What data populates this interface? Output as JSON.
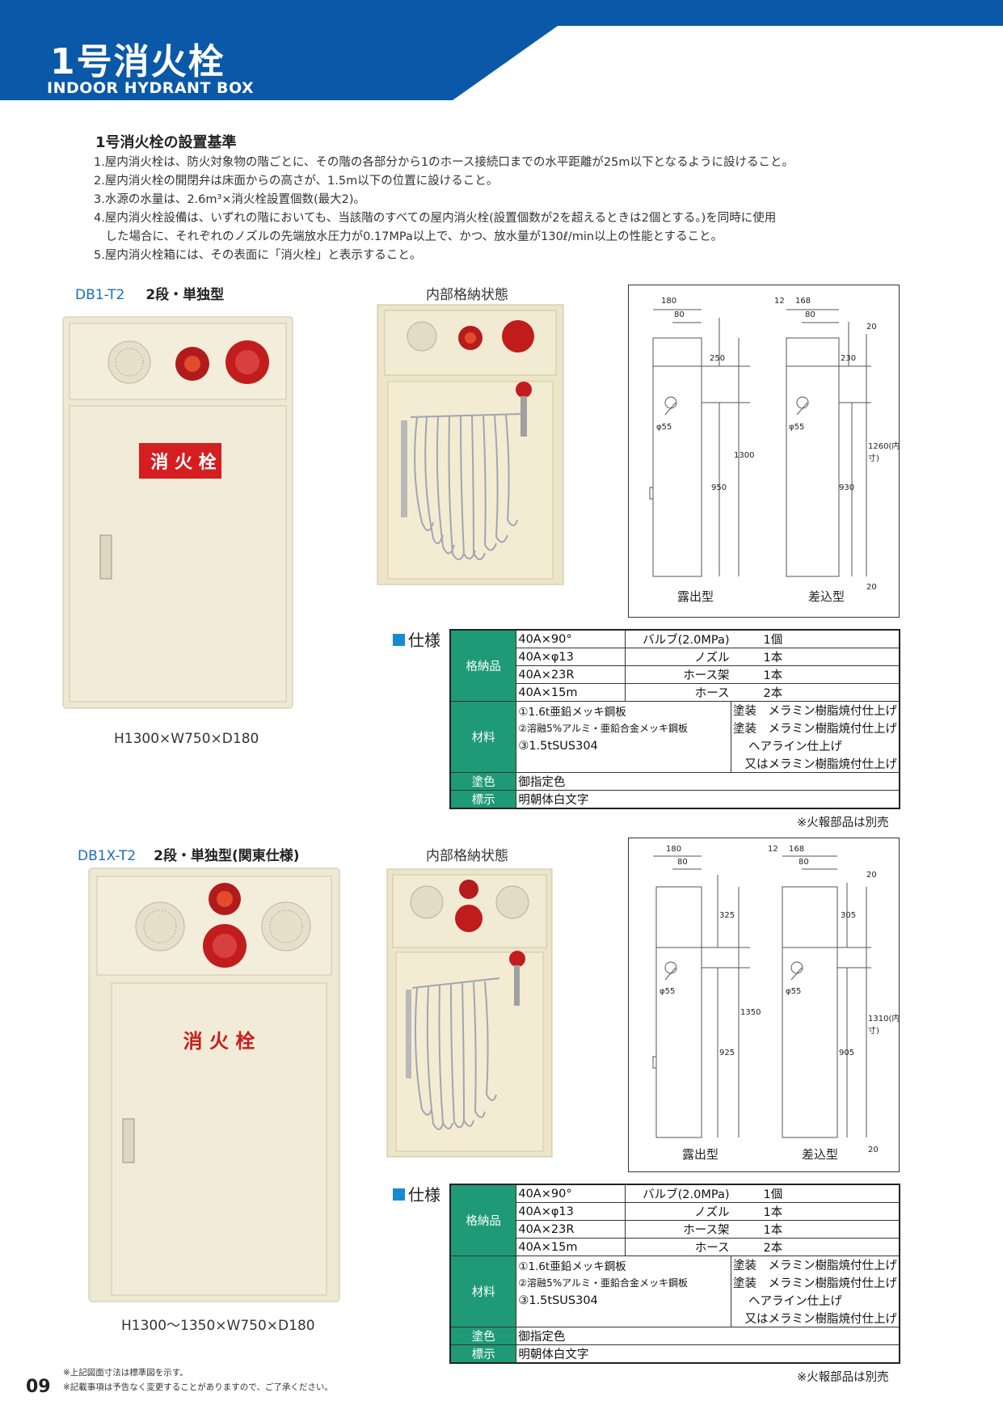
{
  "header": {
    "title": "1号消火栓",
    "subtitle": "INDOOR HYDRANT BOX",
    "color": "#0a58a8"
  },
  "standards": {
    "heading": "1号消火栓の設置基準",
    "lines": [
      "1.屋内消火栓は、防火対象物の階ごとに、その階の各部分から1のホース接続口までの水平距離が25m以下となるように設けること。",
      "2.屋内消火栓の開閉弁は床面からの高さが、1.5m以下の位置に設けること。",
      "3.水源の水量は、2.6m³×消火栓設置個数(最大2)。",
      "4.屋内消火栓設備は、いずれの階においても、当該階のすべての屋内消火栓(設置個数が2を超えるときは2個とする。)を同時に使用",
      "　した場合に、それぞれのノズルの先端放水圧力が0.17MPa以上で、かつ、放水量が130ℓ/min以上の性能とすること。",
      "5.屋内消火栓箱には、その表面に「消火栓」と表示すること。"
    ]
  },
  "products": [
    {
      "code": "DB1-T2",
      "name": "2段・単独型",
      "box_label": "消 火 栓",
      "interior_caption": "内部格納状態",
      "dimensions": "H1300×W750×D180",
      "drawing": {
        "left_label": "露出型",
        "right_label": "差込型",
        "left_dims": [
          "180",
          "80",
          "250",
          "φ55",
          "1300",
          "950"
        ],
        "right_dims": [
          "12",
          "168",
          "80",
          "20",
          "230",
          "φ55",
          "930",
          "1260(内寸)",
          "20"
        ]
      },
      "spec_title": "仕様",
      "spec": {
        "storage_label": "格納品",
        "storage": [
          [
            "40A×90°",
            "バルブ(2.0MPa)",
            "1個"
          ],
          [
            "40A×φ13",
            "ノズル",
            "1本"
          ],
          [
            "40A×23R",
            "ホース架",
            "1本"
          ],
          [
            "40A×15m",
            "ホース",
            "2本"
          ]
        ],
        "material_label": "材料",
        "materials": [
          [
            "①1.6t亜鉛メッキ鋼板",
            "塗装　メラミン樹脂焼付仕上げ"
          ],
          [
            "②溶融5%アルミ・亜鉛合金メッキ鋼板",
            "塗装　メラミン樹脂焼付仕上げ"
          ],
          [
            "③1.5tSUS304",
            "ヘアライン仕上げ"
          ],
          [
            "",
            "又はメラミン樹脂焼付仕上げ"
          ]
        ],
        "paint_label": "塗色",
        "paint": "御指定色",
        "sign_label": "標示",
        "sign": "明朝体白文字"
      },
      "note": "※火報部品は別売"
    },
    {
      "code": "DB1X-T2",
      "name": "2段・単独型(関東仕様)",
      "box_label": "消 火 栓",
      "interior_caption": "内部格納状態",
      "dimensions": "H1300～1350×W750×D180",
      "drawing": {
        "left_label": "露出型",
        "right_label": "差込型",
        "left_dims": [
          "180",
          "80",
          "325",
          "φ55",
          "1350",
          "925"
        ],
        "right_dims": [
          "12",
          "168",
          "80",
          "20",
          "305",
          "φ55",
          "905",
          "1310(内寸)",
          "20"
        ]
      },
      "spec_title": "仕様",
      "spec": {
        "storage_label": "格納品",
        "storage": [
          [
            "40A×90°",
            "バルブ(2.0MPa)",
            "1個"
          ],
          [
            "40A×φ13",
            "ノズル",
            "1本"
          ],
          [
            "40A×23R",
            "ホース架",
            "1本"
          ],
          [
            "40A×15m",
            "ホース",
            "2本"
          ]
        ],
        "material_label": "材料",
        "materials": [
          [
            "①1.6t亜鉛メッキ鋼板",
            "塗装　メラミン樹脂焼付仕上げ"
          ],
          [
            "②溶融5%アルミ・亜鉛合金メッキ鋼板",
            "塗装　メラミン樹脂焼付仕上げ"
          ],
          [
            "③1.5tSUS304",
            "ヘアライン仕上げ"
          ],
          [
            "",
            "又はメラミン樹脂焼付仕上げ"
          ]
        ],
        "paint_label": "塗色",
        "paint": "御指定色",
        "sign_label": "標示",
        "sign": "明朝体白文字"
      },
      "note": "※火報部品は別売"
    }
  ],
  "footer": {
    "page": "09",
    "notes": [
      "※上記図面寸法は標準図を示す。",
      "※記載事項は予告なく変更することがありますので、ご了承ください。"
    ]
  }
}
